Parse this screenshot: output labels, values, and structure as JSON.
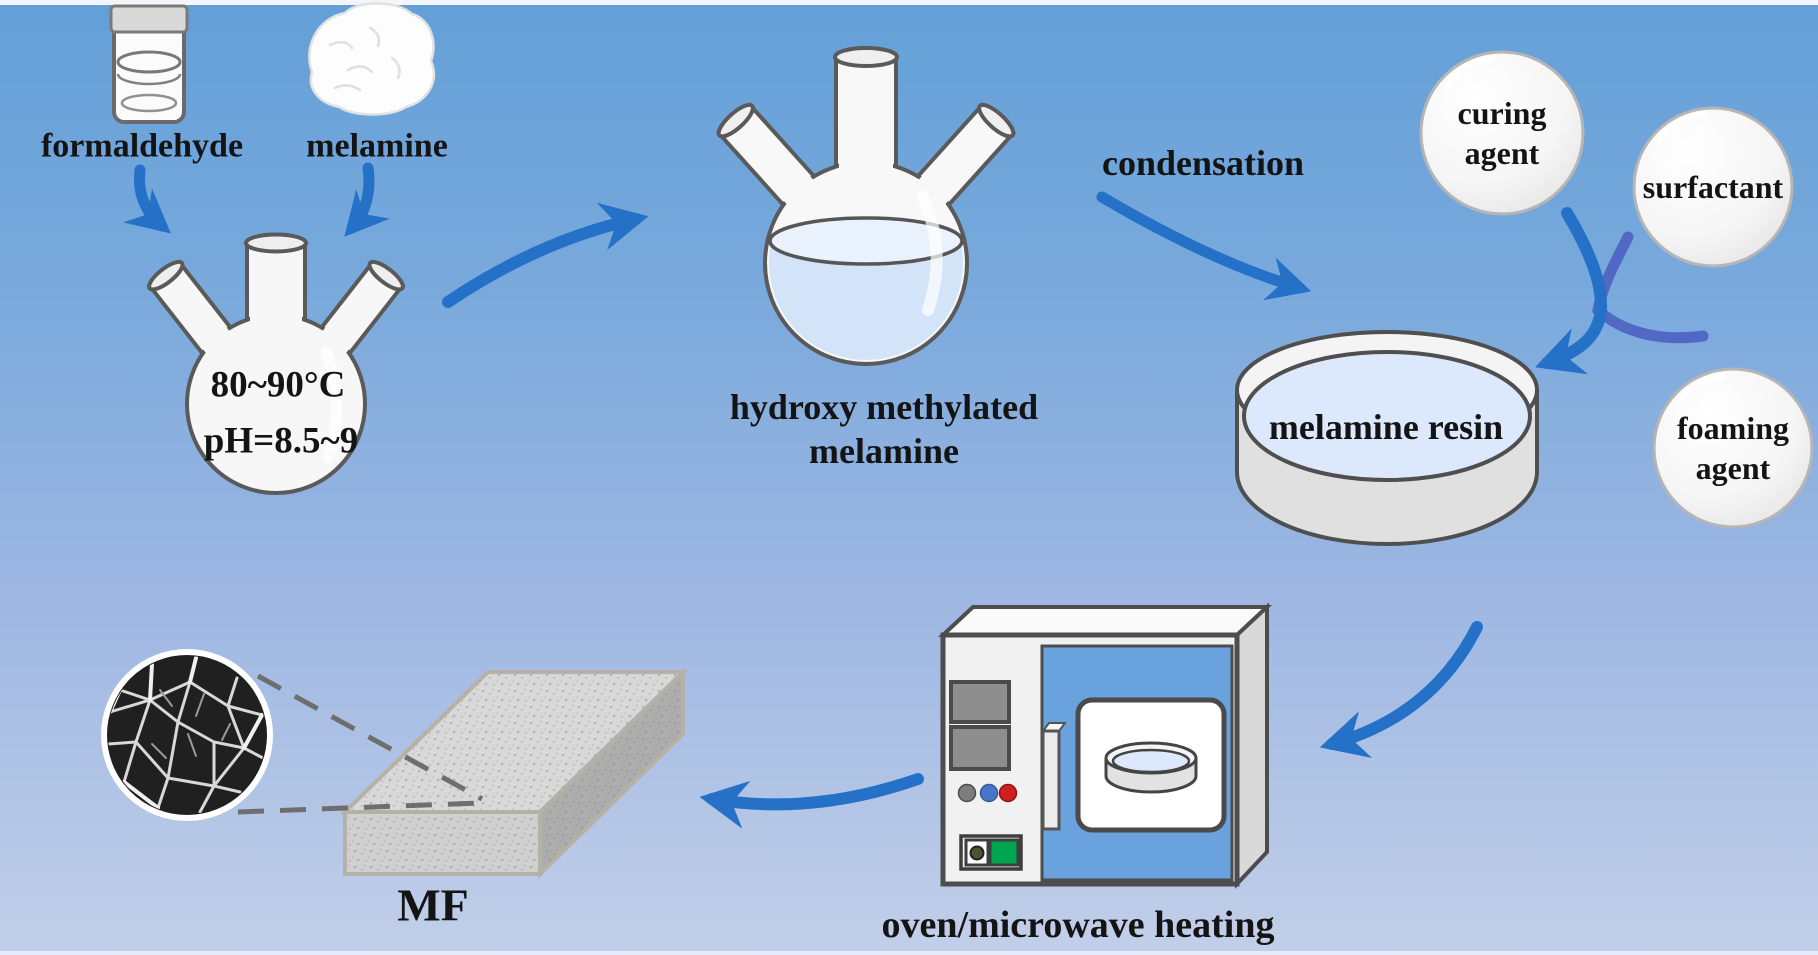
{
  "diagram_title": "melamine foam (MF) synthesis scheme",
  "background": {
    "top_color": "#63a0d8",
    "bottom_color": "#c2cfe9"
  },
  "colors": {
    "arrow_blue": "#2471c7",
    "arrow_indigo": "#5168c4",
    "outline_gray": "#555555",
    "text": "#141414",
    "oven_door_blue": "#6aa2de",
    "liquid_blue": "#dce9fc",
    "power_button_green": "#00a551"
  },
  "reagents": {
    "formaldehyde": {
      "label": "formaldehyde"
    },
    "melamine": {
      "label": "melamine"
    }
  },
  "flask_methylolation": {
    "temperature": "80~90°C",
    "ph": "pH=8.5~9"
  },
  "flask_product": {
    "label_line1": "hydroxy methylated",
    "label_line2": "melamine"
  },
  "condensation": {
    "label": "condensation"
  },
  "additives": {
    "curing_agent": {
      "line1": "curing",
      "line2": "agent"
    },
    "surfactant": {
      "label": "surfactant"
    },
    "foaming_agent": {
      "line1": "foaming",
      "line2": "agent"
    }
  },
  "resin_dish": {
    "label": "melamine resin"
  },
  "oven": {
    "label": "oven/microwave heating"
  },
  "product": {
    "label": "MF"
  }
}
